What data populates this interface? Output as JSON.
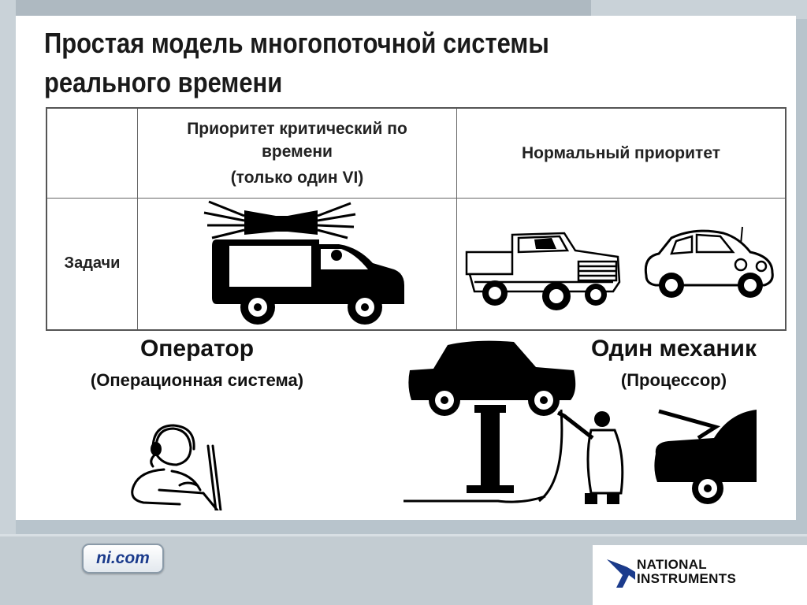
{
  "title": {
    "line1": "Простая модель многопоточной системы",
    "line2": "реального времени"
  },
  "table": {
    "col_critical": {
      "line1": "Приоритет критический по",
      "line2": "времени",
      "line3": "(только один VI)"
    },
    "col_normal": "Нормальный приоритет",
    "row_tasks": "Задачи"
  },
  "operator": {
    "title": "Оператор",
    "subtitle": "(Операционная система)"
  },
  "mechanic": {
    "title": "Один механик",
    "subtitle": "(Процессор)"
  },
  "footer": {
    "link": "ni.com",
    "brand_line1": "NATIONAL",
    "brand_line2": "INSTRUMENTS"
  },
  "icons": [
    "ambulance-icon",
    "pickup-truck-icon",
    "small-car-icon",
    "operator-headset-icon",
    "car-lift-mechanic-icon",
    "car-open-hood-icon",
    "ni-eagle-logo-icon"
  ],
  "colors": {
    "brand_blue": "#1b3b8c",
    "background": "#b8c4cc",
    "slide": "#ffffff"
  }
}
